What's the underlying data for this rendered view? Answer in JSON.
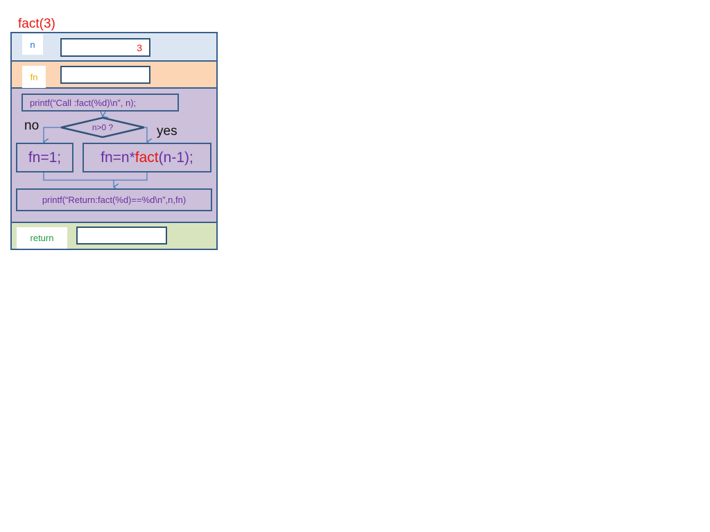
{
  "title": "fact(3)",
  "locals": {
    "n": {
      "label": "n",
      "value": "3"
    },
    "fn": {
      "label": "fn",
      "value": ""
    },
    "return": {
      "label": "return",
      "value": ""
    }
  },
  "code": {
    "printf_call": "printf(“Call   :fact(%d)\\n”, n);",
    "condition": "n>0 ?",
    "branch_no": "no",
    "branch_yes": "yes",
    "fn_one": "fn=1;",
    "fn_recur_prefix": "fn=n*",
    "fn_recur_call": "fact",
    "fn_recur_suffix": "(n-1);",
    "printf_return": "printf(“Return:fact(%d)==%d\\n”,n,fn)"
  },
  "colors": {
    "title": "#e8150f",
    "n_section": "#dce6f2",
    "fn_section": "#fcd5b5",
    "body_section": "#ccc0da",
    "return_section": "#d7e4bd",
    "border": "#3a5f8c",
    "code_text": "#6a2fa0",
    "arrow": "#4a7ebb"
  }
}
